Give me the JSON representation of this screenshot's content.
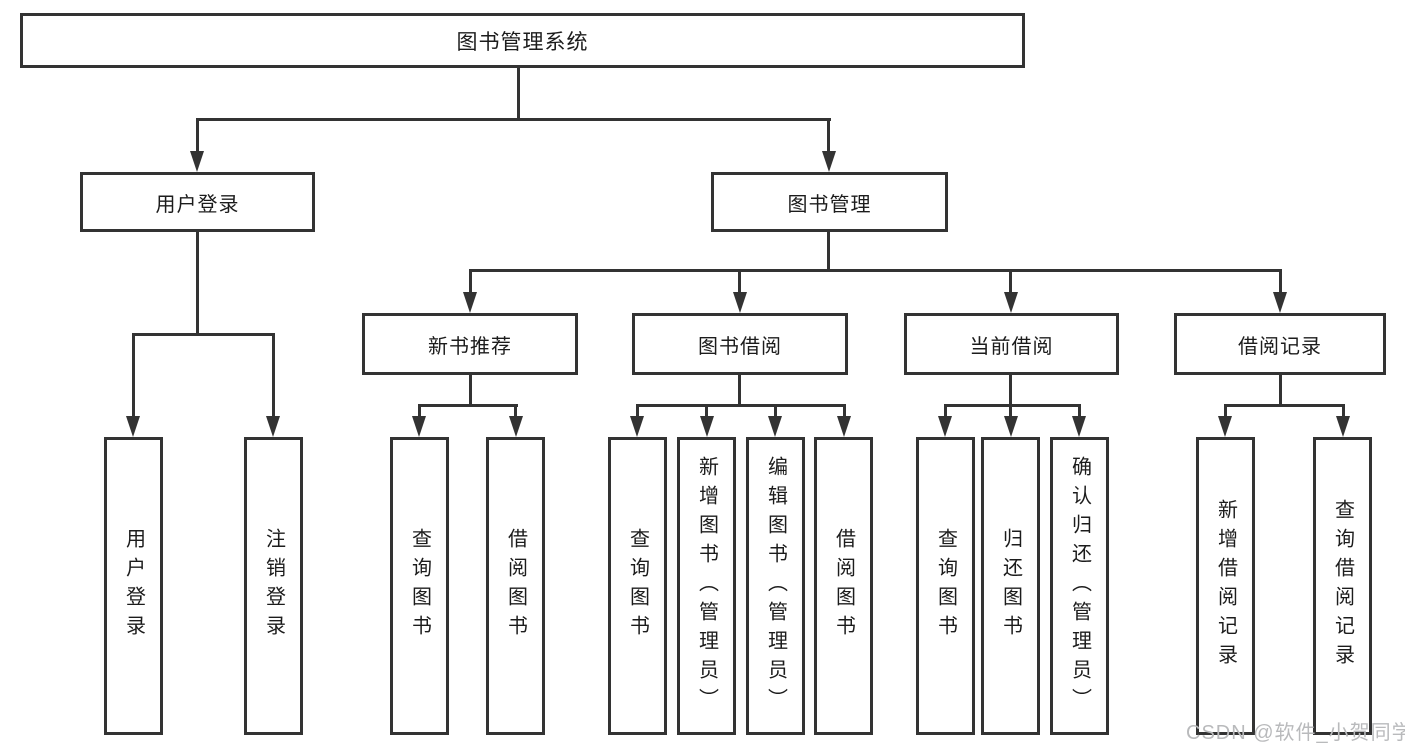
{
  "root": {
    "label": "图书管理系统"
  },
  "branches": [
    {
      "label": "用户登录",
      "children": [
        {
          "label": "用户登录"
        },
        {
          "label": "注销登录"
        }
      ]
    },
    {
      "label": "图书管理",
      "children": [
        {
          "label": "新书推荐",
          "children": [
            {
              "label": "查询图书"
            },
            {
              "label": "借阅图书"
            }
          ]
        },
        {
          "label": "图书借阅",
          "children": [
            {
              "label": "查询图书"
            },
            {
              "label": "新增图书（管理员）"
            },
            {
              "label": "编辑图书（管理员）"
            },
            {
              "label": "借阅图书"
            }
          ]
        },
        {
          "label": "当前借阅",
          "children": [
            {
              "label": "查询图书"
            },
            {
              "label": "归还图书"
            },
            {
              "label": "确认归还（管理员）"
            }
          ]
        },
        {
          "label": "借阅记录",
          "children": [
            {
              "label": "新增借阅记录"
            },
            {
              "label": "查询借阅记录"
            }
          ]
        }
      ]
    }
  ],
  "watermark": {
    "text": "CSDN @软件_小贺同学"
  },
  "colors": {
    "line": "#333333",
    "text": "#1c1c1c",
    "background": "#ffffff",
    "watermark": "#b9babc"
  }
}
